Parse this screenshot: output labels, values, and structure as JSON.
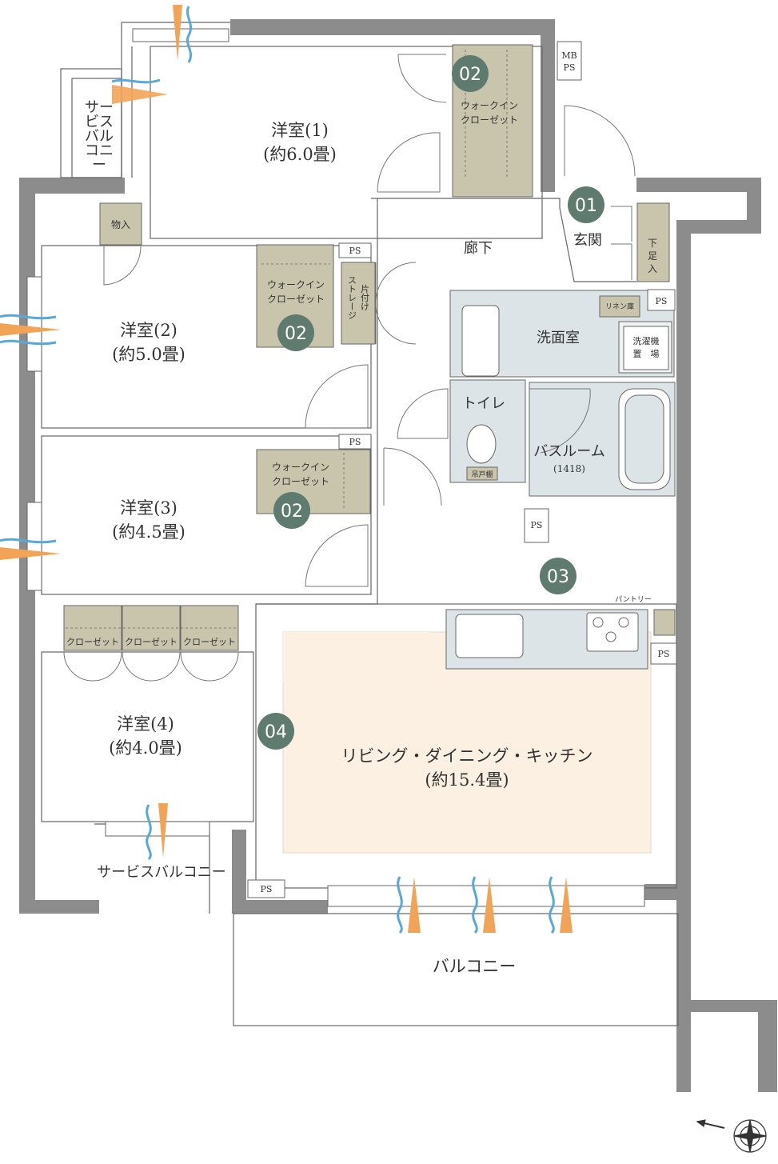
{
  "rooms": {
    "western1": {
      "name": "洋室(1)",
      "size": "(約6.0畳)"
    },
    "western2": {
      "name": "洋室(2)",
      "size": "(約5.0畳)"
    },
    "western3": {
      "name": "洋室(3)",
      "size": "(約4.5畳)"
    },
    "western4": {
      "name": "洋室(4)",
      "size": "(約4.0畳)"
    },
    "ldk": {
      "name": "リビング・ダイニング・キッチン",
      "size": "(約15.4畳)"
    },
    "corridor": "廊下",
    "entrance": "玄関",
    "washroom": "洗面室",
    "toilet": "トイレ",
    "bathroom": "バスルーム",
    "bathroom_size": "(1418)",
    "balcony": "バルコニー",
    "service_balcony_bottom": "サービスバルコニー",
    "service_balcony_top": [
      "サー",
      "ビス",
      "バル",
      "コニ",
      "ー"
    ]
  },
  "storage": {
    "wic_line1": "ウォークイン",
    "wic_line2": "クローゼット",
    "closet": "クローゼット",
    "monoire": "物入",
    "katazuke": [
      "片付け",
      "ストレージ"
    ],
    "geta_ire": [
      "下",
      "足",
      "入"
    ],
    "linen": "リネン庫",
    "washer": [
      "洗濯機",
      "置　場"
    ],
    "tsuridana": "吊戸棚",
    "pantry": "パントリー",
    "ps": "PS",
    "mbps": [
      "MB",
      "PS"
    ]
  },
  "badges": {
    "b01": "01",
    "b02": "02",
    "b03": "03",
    "b04": "04"
  },
  "colors": {
    "wall": "#8c8c8c",
    "closet": "#c9c5ad",
    "wet": "#dde4e7",
    "ldk": "#fbf0e2",
    "badge": "#5f7a6e",
    "wind_blue": "#58a8d8",
    "wind_orange": "#f2a456"
  }
}
